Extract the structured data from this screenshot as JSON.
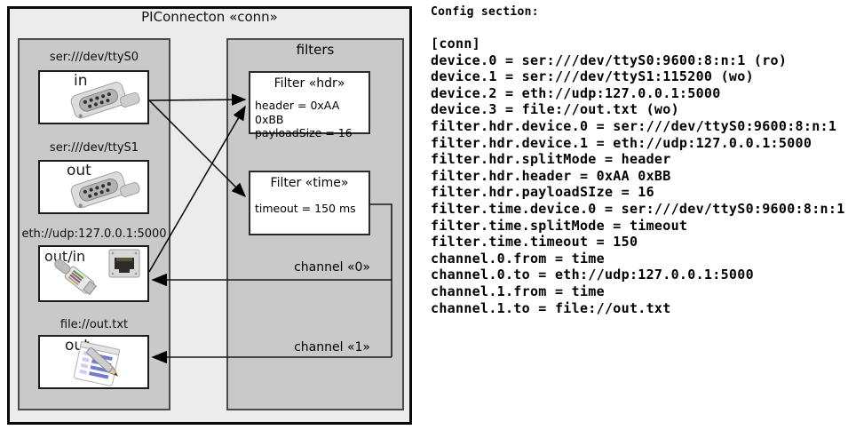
{
  "diagram": {
    "title": "PIConnecton «conn»",
    "devices": [
      {
        "label": "ser:///dev/ttyS0",
        "io": "in",
        "icon": "db9-serial-connector"
      },
      {
        "label": "ser:///dev/ttyS1",
        "io": "out",
        "icon": "db9-serial-connector"
      },
      {
        "label": "eth://udp:127.0.0.1:5000",
        "io": "out/in",
        "icon": "rj45-ethernet-connector"
      },
      {
        "label": "file://out.txt",
        "io": "out",
        "icon": "notepad-pencil"
      }
    ],
    "filters_panel": {
      "title": "filters",
      "filters": [
        {
          "title": "Filter «hdr»",
          "properties": [
            "header = 0xAA 0xBB",
            "payloadSize = 16"
          ]
        },
        {
          "title": "Filter «time»",
          "properties": [
            "timeout = 150 ms"
          ]
        }
      ],
      "channels": [
        {
          "label": "channel «0»"
        },
        {
          "label": "channel «1»"
        }
      ]
    }
  },
  "config": {
    "heading": "Config section:",
    "lines": [
      "[conn]",
      "device.0 = ser:///dev/ttyS0:9600:8:n:1 (ro)",
      "device.1 = ser:///dev/ttyS1:115200 (wo)",
      "device.2 = eth://udp:127.0.0.1:5000",
      "device.3 = file://out.txt (wo)",
      "filter.hdr.device.0 = ser:///dev/ttyS0:9600:8:n:1",
      "filter.hdr.device.1 = eth://udp:127.0.0.1:5000",
      "filter.hdr.splitMode = header",
      "filter.hdr.header = 0xAA 0xBB",
      "filter.hdr.payloadSIze = 16",
      "filter.time.device.0 = ser:///dev/ttyS0:9600:8:n:1",
      "filter.time.splitMode = timeout",
      "filter.time.timeout = 150",
      "channel.0.from = time",
      "channel.0.to = eth://udp:127.0.0.1:5000",
      "channel.1.from = time",
      "channel.1.to = file://out.txt"
    ]
  },
  "colors": {
    "outer_bg": "#ececec",
    "panel_bg": "#c9c9c9",
    "box_bg": "#ffffff",
    "line": "#000000"
  }
}
